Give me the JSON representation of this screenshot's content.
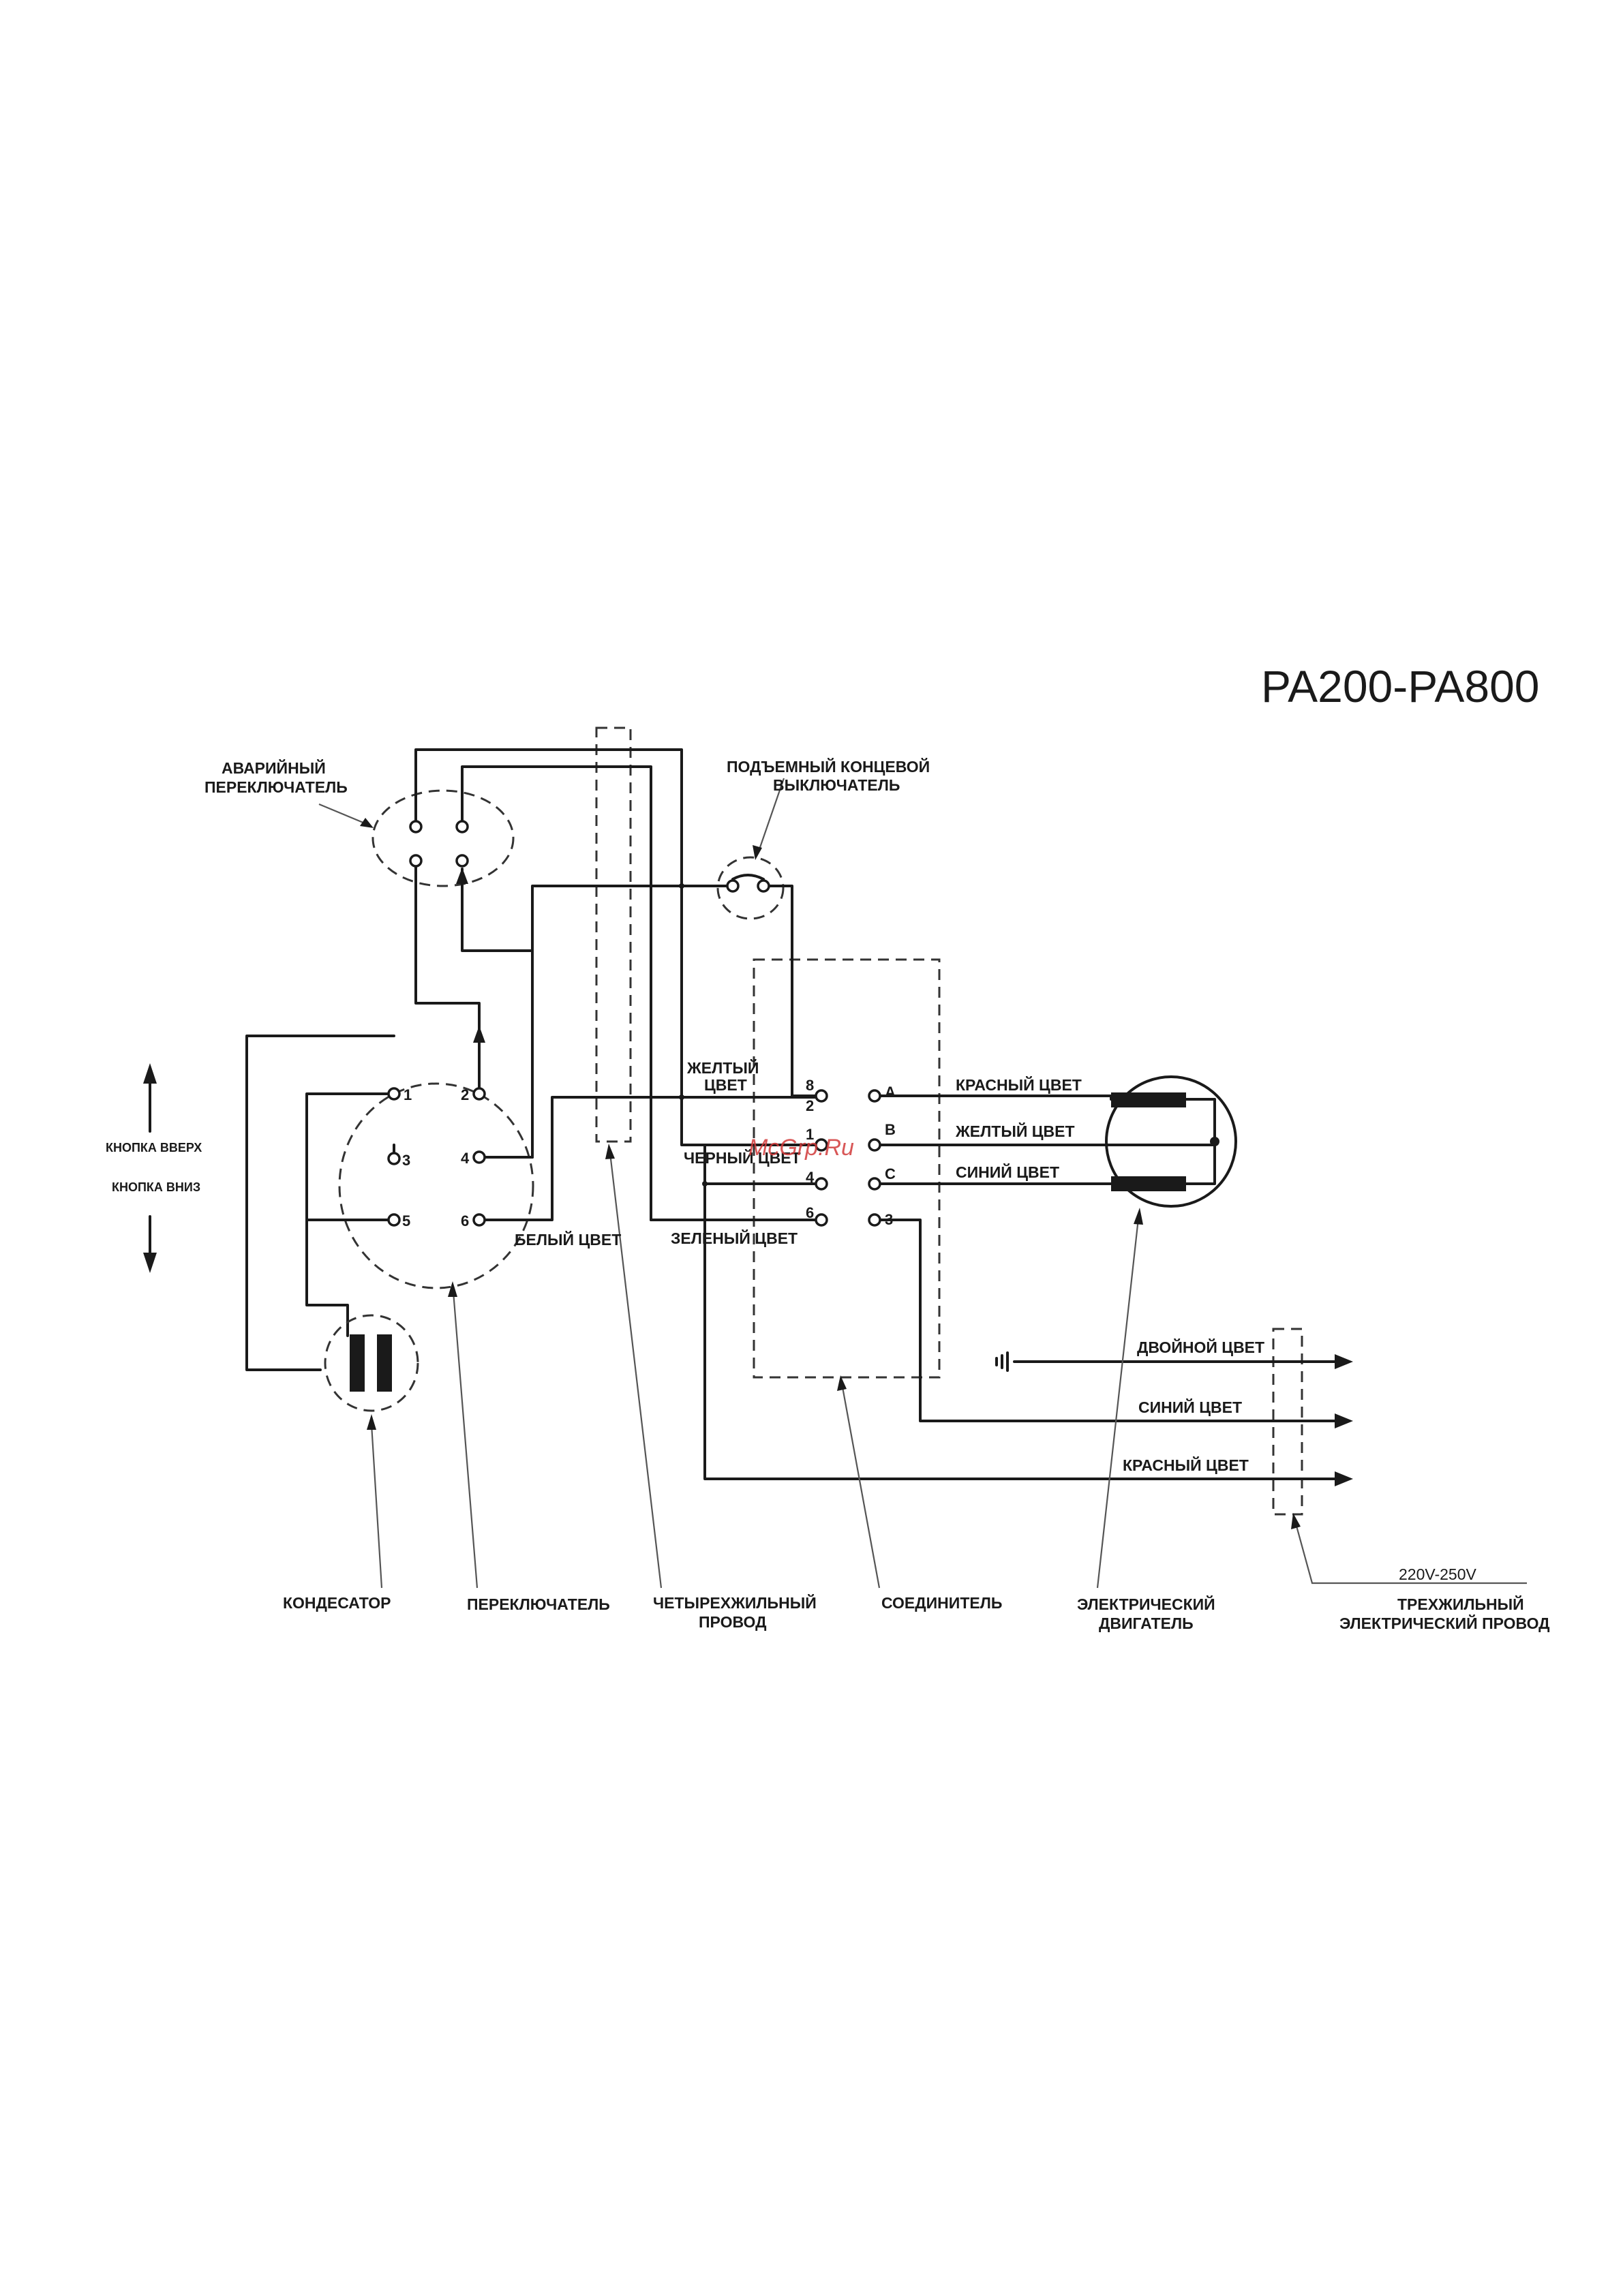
{
  "title": "PA200-PA800",
  "watermark": "McGrp.Ru",
  "labels": {
    "emergency_switch": [
      "АВАРИЙНЫЙ",
      "ПЕРЕКЛЮЧАТЕЛЬ"
    ],
    "lift_limit_switch": [
      "ПОДЪЕМНЫЙ КОНЦЕВОЙ",
      "ВЫКЛЮЧАТЕЛЬ"
    ],
    "button_up": "КНОПКА ВВЕРХ",
    "button_down": "КНОПКА ВНИЗ",
    "capacitor": "КОНДЕСАТОР",
    "switch": "ПЕРЕКЛЮЧАТЕЛЬ",
    "four_core_wire": [
      "ЧЕТЫРЕХЖИЛЬНЫЙ",
      "ПРОВОД"
    ],
    "connector": "СОЕДИНИТЕЛЬ",
    "motor": [
      "ЭЛЕКТРИЧЕСКИЙ",
      "ДВИГАТЕЛЬ"
    ],
    "voltage": "220V-250V",
    "three_core_cable": [
      "ТРЕХЖИЛЬНЫЙ",
      "ЭЛЕКТРИЧЕСКИЙ ПРОВОД"
    ]
  },
  "wire_colors": {
    "yellow_1": "ЖЕЛТЫЙ",
    "yellow_2": "ЦВЕТ",
    "black": "ЧЕРНЫЙ ЦВЕТ",
    "white": "БЕЛЫЙ ЦВЕТ",
    "green": "ЗЕЛЕНЫЙ ЦВЕТ",
    "red": "КРАСНЫЙ ЦВЕТ",
    "yellow": "ЖЕЛТЫЙ ЦВЕТ",
    "blue": "СИНИЙ ЦВЕТ",
    "dual": "ДВОЙНОЙ ЦВЕТ",
    "out_blue": "СИНИЙ ЦВЕТ",
    "out_red": "КРАСНЫЙ ЦВЕТ"
  },
  "switch_terminals": {
    "t1": "1",
    "t2": "2",
    "t3": "3",
    "t4": "4",
    "t5": "5",
    "t6": "6"
  },
  "connector_terminals": {
    "l8": "8",
    "l2": "2",
    "l1": "1",
    "l4": "4",
    "l6": "6",
    "rA": "A",
    "rB": "B",
    "rC": "C",
    "r3": "3"
  }
}
